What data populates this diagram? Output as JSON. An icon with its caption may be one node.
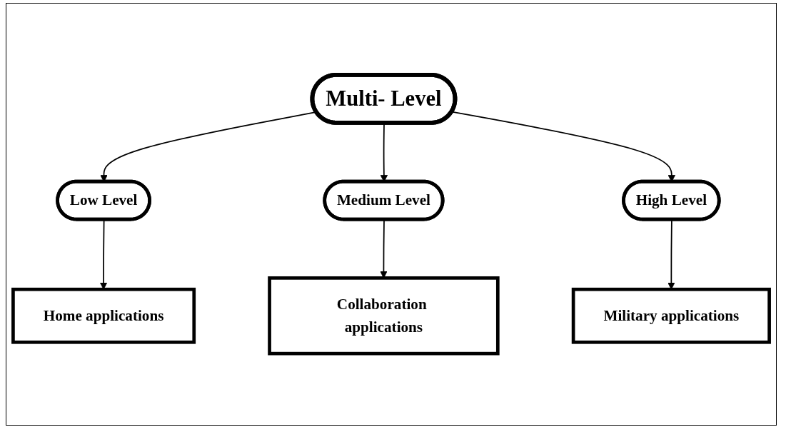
{
  "diagram": {
    "nodes": [
      {
        "text": [
          "Multi- Level"
        ]
      },
      {
        "text": [
          "Low Level"
        ]
      },
      {
        "text": [
          "Medium Level"
        ]
      },
      {
        "text": [
          "High Level"
        ]
      },
      {
        "text": [
          "Home applications"
        ]
      },
      {
        "text": [
          "Collaboration applications"
        ]
      },
      {
        "text": [
          "Military applications"
        ]
      }
    ],
    "edges": [
      {
        "from": 0,
        "to": 1,
        "arrow": "to"
      },
      {
        "from": 0,
        "to": 2,
        "arrow": "to"
      },
      {
        "from": 0,
        "to": 3,
        "arrow": "to"
      },
      {
        "from": 1,
        "to": 4,
        "arrow": "to"
      },
      {
        "from": 2,
        "to": 5,
        "arrow": "to"
      },
      {
        "from": 3,
        "to": 6,
        "arrow": "to"
      }
    ]
  }
}
